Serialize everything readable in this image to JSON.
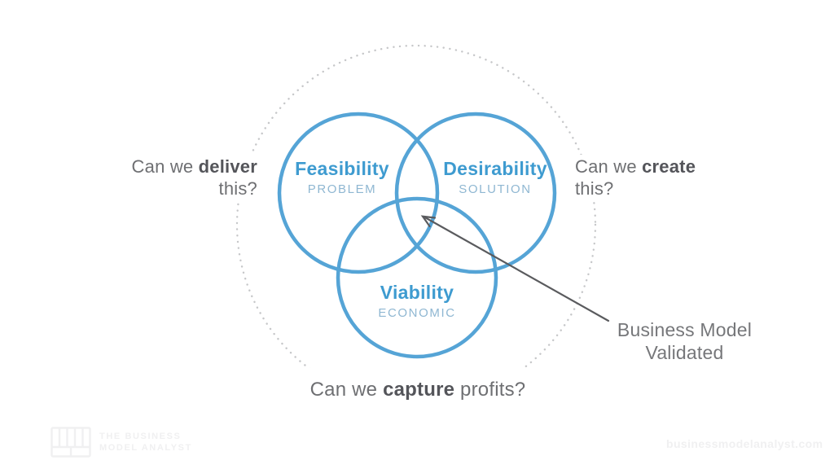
{
  "slide": {
    "venn": {
      "circles": [
        {
          "id": "feasibility",
          "title": "Feasibility",
          "subtitle": "PROBLEM"
        },
        {
          "id": "desirability",
          "title": "Desirability",
          "subtitle": "SOLUTION"
        },
        {
          "id": "viability",
          "title": "Viability",
          "subtitle": "ECONOMIC"
        }
      ],
      "questions": {
        "left": {
          "pre": "Can we ",
          "bold": "deliver",
          "line2": "this?"
        },
        "right": {
          "pre": "Can we ",
          "bold": "create",
          "line2": "this?"
        },
        "bottom": {
          "pre": "Can we ",
          "bold": "capture",
          "post": " profits?"
        }
      },
      "annotation": {
        "line1": "Business Model",
        "line2": "Validated"
      }
    },
    "colors": {
      "circle_stroke": "#55a4d6",
      "circle_title": "#3e9bd0",
      "circle_subtitle": "#8fb7d2",
      "question_text": "#6e6f72",
      "question_bold": "#54555a",
      "annotation_text": "#76777a",
      "arrow": "#5a5b5e",
      "dotted_ring": "#c6c7c9",
      "footer_faint": "#f0f0f1",
      "background": "#ffffff"
    },
    "footer": {
      "brand_line1": "THE BUSINESS",
      "brand_line2": "MODEL ANALYST",
      "website": "businessmodelanalyst.com"
    }
  }
}
